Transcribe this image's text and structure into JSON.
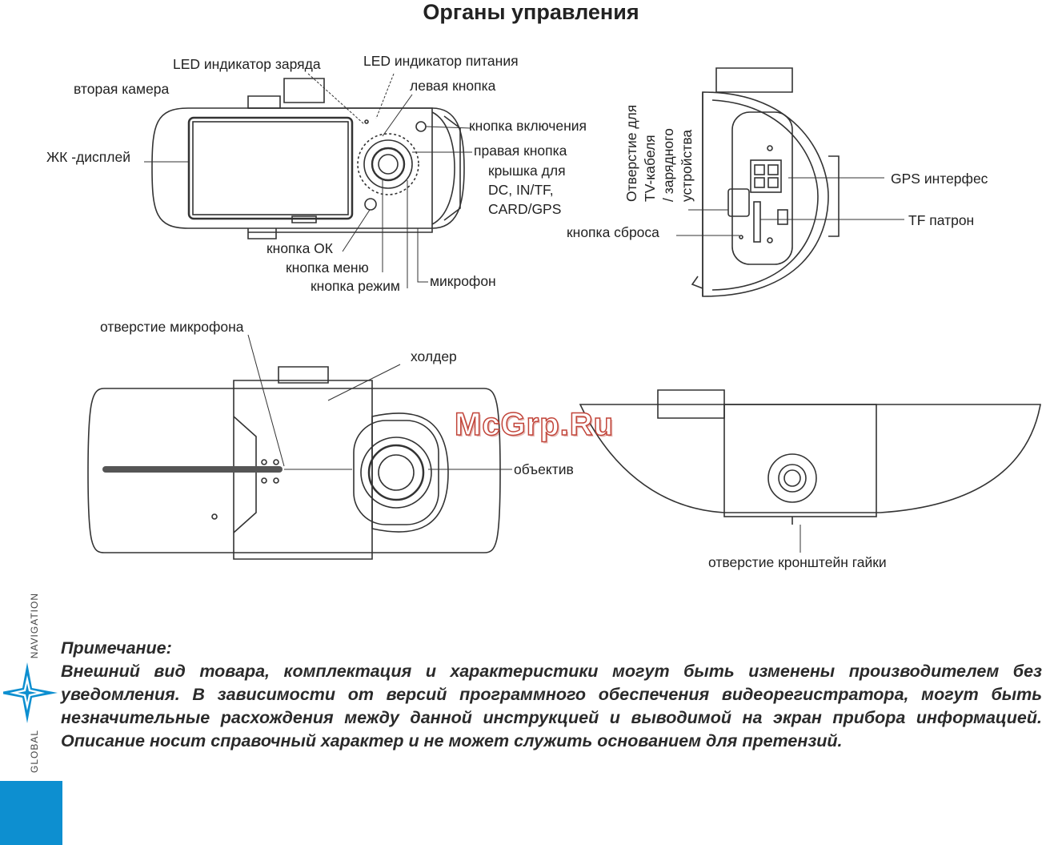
{
  "title": "Органы управления",
  "watermark": "McGrp.Ru",
  "labels": {
    "led_charge": "LED индикатор заряда",
    "led_power": "LED индикатор питания",
    "second_camera": "вторая камера",
    "left_button": "левая кнопка",
    "power_button": "кнопка включения",
    "lcd": "ЖК -дисплей",
    "right_button": "правая кнопка",
    "cover_1": "крышка для",
    "cover_2": "DC, IN/TF,",
    "cover_3": "CARD/GPS",
    "ok_button": "кнопка ОК",
    "menu_button": "кнопка меню",
    "mode_button": "кнопка режим",
    "microphone": "микрофон",
    "tv_hole_1": "Отверстие для",
    "tv_hole_2": "TV-кабеля",
    "tv_hole_3": "/ зарядного",
    "tv_hole_4": "устройства",
    "gps_interface": "GPS интерфес",
    "tf_slot": "TF патрон",
    "reset_button": "кнопка сброса",
    "mic_hole": "отверстие микрофона",
    "holder": "холдер",
    "lens": "объектив",
    "bracket_hole": "отверстие кронштейн гайки"
  },
  "note": {
    "heading": "Примечание:",
    "body": "Внешний вид товара, комплектация и характеристики могут быть изменены производителем без уведомления. В зависимости от версий программного обеспечения видеорегистратора, могут быть незначительные расхождения между данной инструкцией и выводимой на экран прибора информацией. Описание носит справочный характер и не может служить основанием для претензий."
  },
  "logo": {
    "word_left": "GLOBAL",
    "word_right": "NAVIGATION"
  },
  "colors": {
    "accent_blue": "#0d8fd0",
    "watermark_red": "#c2453a"
  }
}
